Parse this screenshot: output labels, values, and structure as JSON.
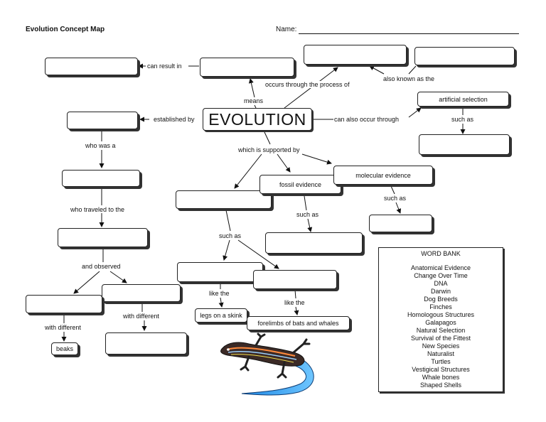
{
  "header": {
    "title": "Evolution Concept Map",
    "name_label": "Name:"
  },
  "center": "EVOLUTION",
  "links": {
    "can_result_in": "can result in",
    "occurs_through": "occurs through the process of",
    "also_known_as": "also known as the",
    "means": "means",
    "established_by": "established by",
    "can_also_occur": "can also occur through",
    "such_as_art": "such as",
    "supported_by": "which is supported by",
    "who_was": "who was a",
    "traveled_to": "who traveled to the",
    "observed": "and observed",
    "with_different_1": "with different",
    "with_different_2": "with different",
    "such_as_fossil": "such as",
    "such_as_mol": "such as",
    "such_as_anat": "such as",
    "like_the_1": "like the",
    "like_the_2": "like the"
  },
  "filled": {
    "artificial_selection": "artificial selection",
    "fossil_evidence": "fossil evidence",
    "molecular_evidence": "molecular evidence",
    "legs_on_skink": "legs on a skink",
    "forelimbs": "forelimbs of bats and whales",
    "beaks": "beaks"
  },
  "word_bank": {
    "title": "WORD BANK",
    "items": [
      "Anatomical Evidence",
      "Change Over Time",
      "DNA",
      "Darwin",
      "Dog Breeds",
      "Finches",
      "Homologous Structures",
      "Galapagos",
      "Natural Selection",
      "Survival of the Fittest",
      "New Species",
      "Naturalist",
      "Turtles",
      "Vestigical Structures",
      "Whale bones",
      "Shaped Shells"
    ]
  }
}
